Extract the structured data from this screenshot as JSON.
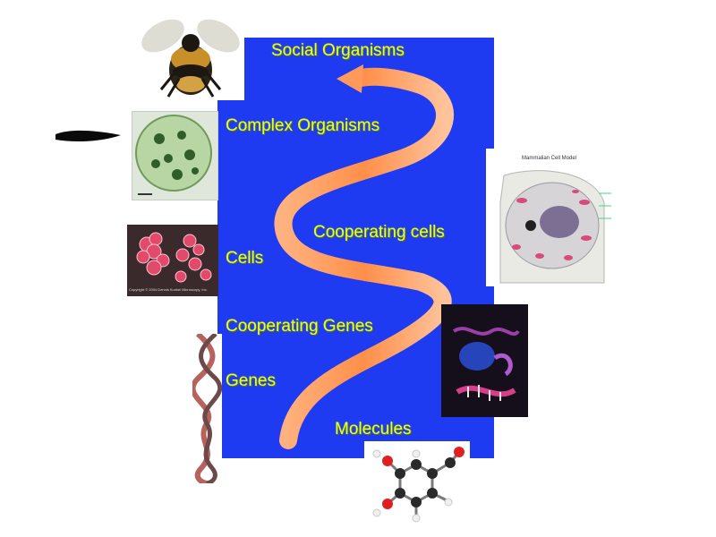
{
  "labels": {
    "social_organisms": "Social Organisms",
    "complex_organisms": "Complex Organisms",
    "cooperating_cells": "Cooperating cells",
    "cells": "Cells",
    "cooperating_genes": "Cooperating Genes",
    "genes": "Genes",
    "molecules": "Molecules"
  },
  "images": {
    "bee": "bumblebee-photo",
    "volvox": "green-colonial-algae-photo",
    "bacteria": "red-cell-cluster-micrograph",
    "cell_model": "mammalian-cell-model-photo",
    "dna_strand": "dna-double-helix-model",
    "protein": "molecular-complex-render",
    "molecule": "ball-and-stick-molecule"
  },
  "captions": {
    "cell_model_title": "Mammalian Cell Model",
    "bacteria_credit": "Copyright © 2004 Dennis Kunkel Microscopy, Inc."
  },
  "colors": {
    "panel": "#1f3bf2",
    "label": "#dfff3a",
    "arrow": "#ff9a5a"
  }
}
